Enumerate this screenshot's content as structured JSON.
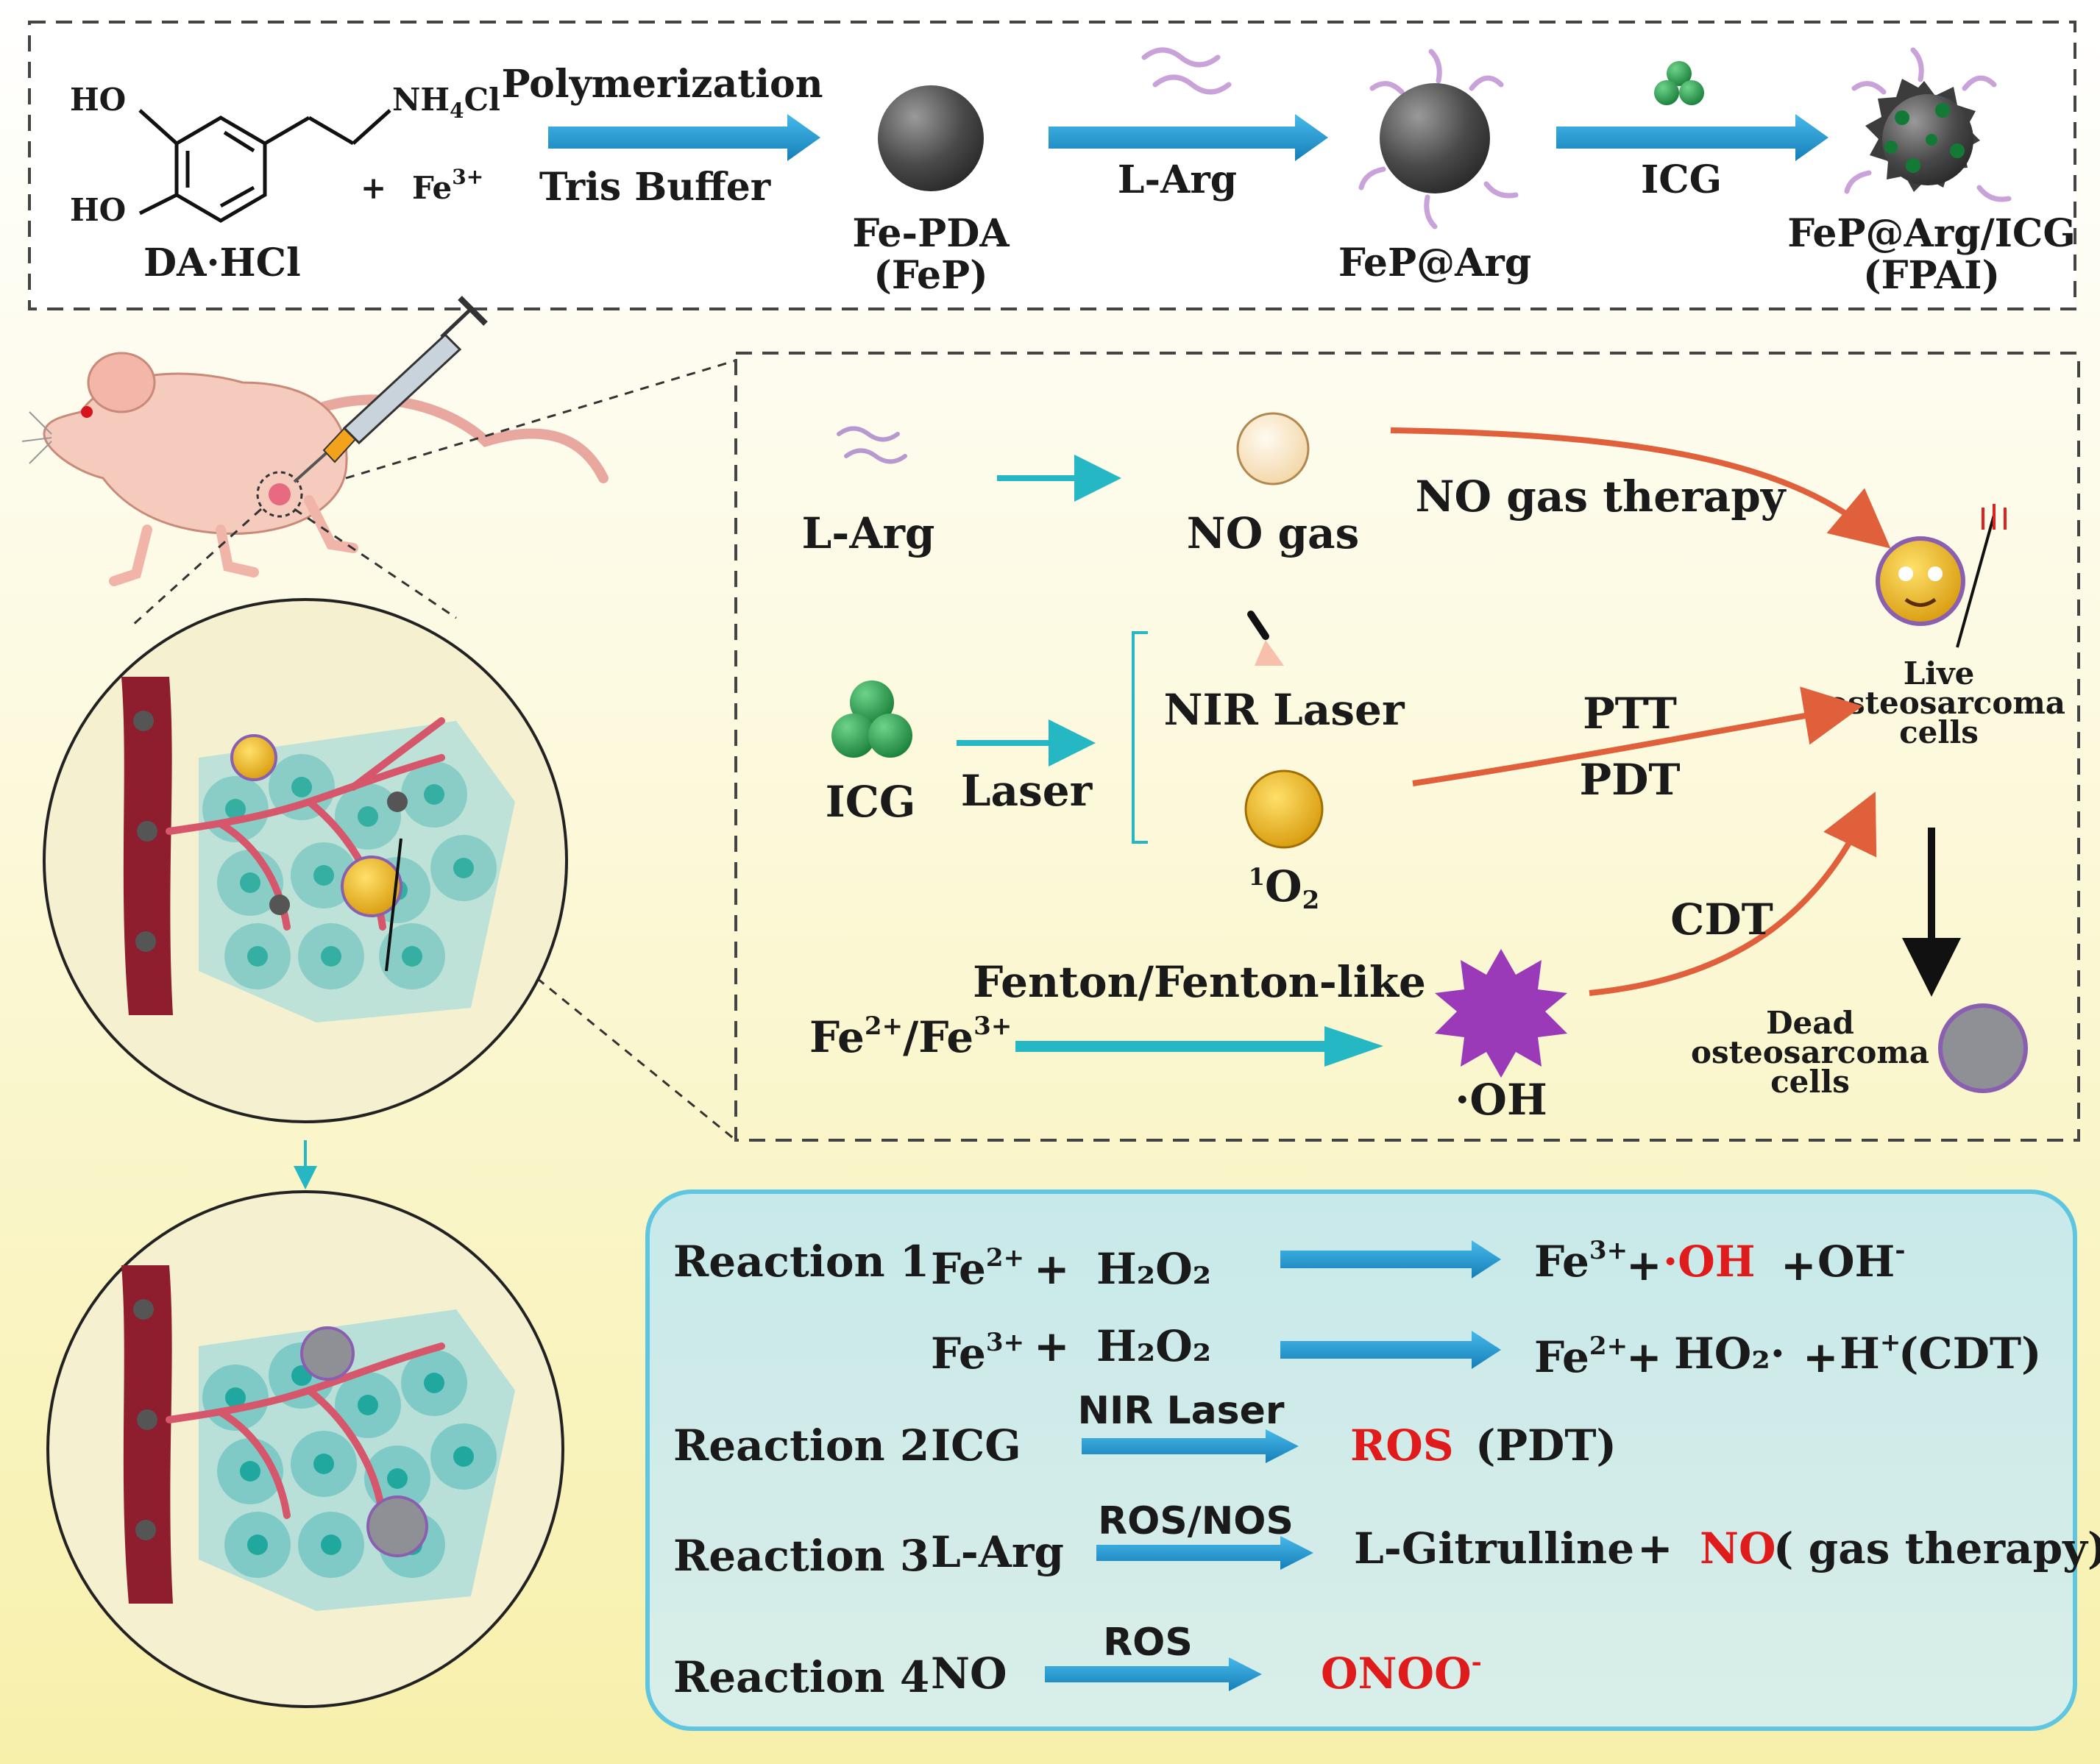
{
  "synthesis": {
    "reagent_ho_top": "HO",
    "reagent_ho_bottom": "HO",
    "reagent_nh": "NH",
    "reagent_nh_sub": "4",
    "reagent_nh_cl": "Cl",
    "plus": "+",
    "fe_base": "Fe",
    "fe_sup": "3+",
    "reagent_name": "DA·HCl",
    "step1_top": "Polymerization",
    "step1_bottom": "Tris Buffer",
    "product1_line1": "Fe-PDA",
    "product1_line2": "(FeP)",
    "step2_label": "L-Arg",
    "product2": "FeP@Arg",
    "step3_label": "ICG",
    "product3_line1": "FeP@Arg/ICG",
    "product3_line2": "(FPAI)"
  },
  "mechanism": {
    "larg": "L-Arg",
    "no_gas": "NO gas",
    "no_therapy": "NO gas therapy",
    "nir_laser": "NIR Laser",
    "icg": "ICG",
    "laser": "Laser",
    "singlet_sup": "1",
    "singlet_base": "O",
    "singlet_sub": "2",
    "ptt": "PTT",
    "pdt": "PDT",
    "cdt": "CDT",
    "fenton": "Fenton/Fenton-like",
    "fe_a": "Fe",
    "fe_a_sup": "2+",
    "fe_b": "/Fe",
    "fe_b_sup": "3+",
    "oh": "·OH",
    "live_1": "Live",
    "live_2": "osteosarcoma",
    "live_3": "cells",
    "dead_1": "Dead",
    "dead_2": "osteosarcoma",
    "dead_3": "cells"
  },
  "reactions": {
    "r1_label": "Reaction 1",
    "r1a_fe": "Fe",
    "r1a_fe_sup": "2+",
    "r1a_plus": "+",
    "r1a_h2o2": "H₂O₂",
    "r1a_fe3": "Fe",
    "r1a_fe3_sup": "3+",
    "r1a_plus2": "+",
    "r1a_oh": "·OH",
    "r1a_plus3": "+",
    "r1a_ohm": "OH",
    "r1a_ohm_sup": "-",
    "r1b_fe": "Fe",
    "r1b_fe_sup": "3+",
    "r1b_plus": "+",
    "r1b_h2o2": "H₂O₂",
    "r1b_fe2": "Fe",
    "r1b_fe2_sup": "2+",
    "r1b_plus2": "+",
    "r1b_ho2": "HO₂·",
    "r1b_plus3": "+",
    "r1b_h": "H",
    "r1b_h_sup": "+",
    "r1b_cdt": "(CDT)",
    "r2_label": "Reaction 2",
    "r2_icg": "ICG",
    "r2_cond": "NIR Laser",
    "r2_ros": "ROS",
    "r2_pdt": "(PDT)",
    "r3_label": "Reaction 3",
    "r3_larg": "L-Arg",
    "r3_cond": "ROS/NOS",
    "r3_cit": "L-Gitrulline",
    "r3_plus": "+",
    "r3_no": "NO",
    "r3_tail": "( gas therapy)",
    "r4_label": "Reaction 4",
    "r4_no": "NO",
    "r4_cond": "ROS",
    "r4_onoo": "ONOO",
    "r4_onoo_sup": "-"
  },
  "colors": {
    "arrow_blue": "#1e9bd7",
    "arrow_teal": "#25b8c4",
    "arrow_red": "#e0603c",
    "highlight_red": "#e01b1b",
    "reaction_panel": "#d2ecec",
    "background_top": "#ffffff",
    "background_bottom": "#f7f0ab"
  }
}
